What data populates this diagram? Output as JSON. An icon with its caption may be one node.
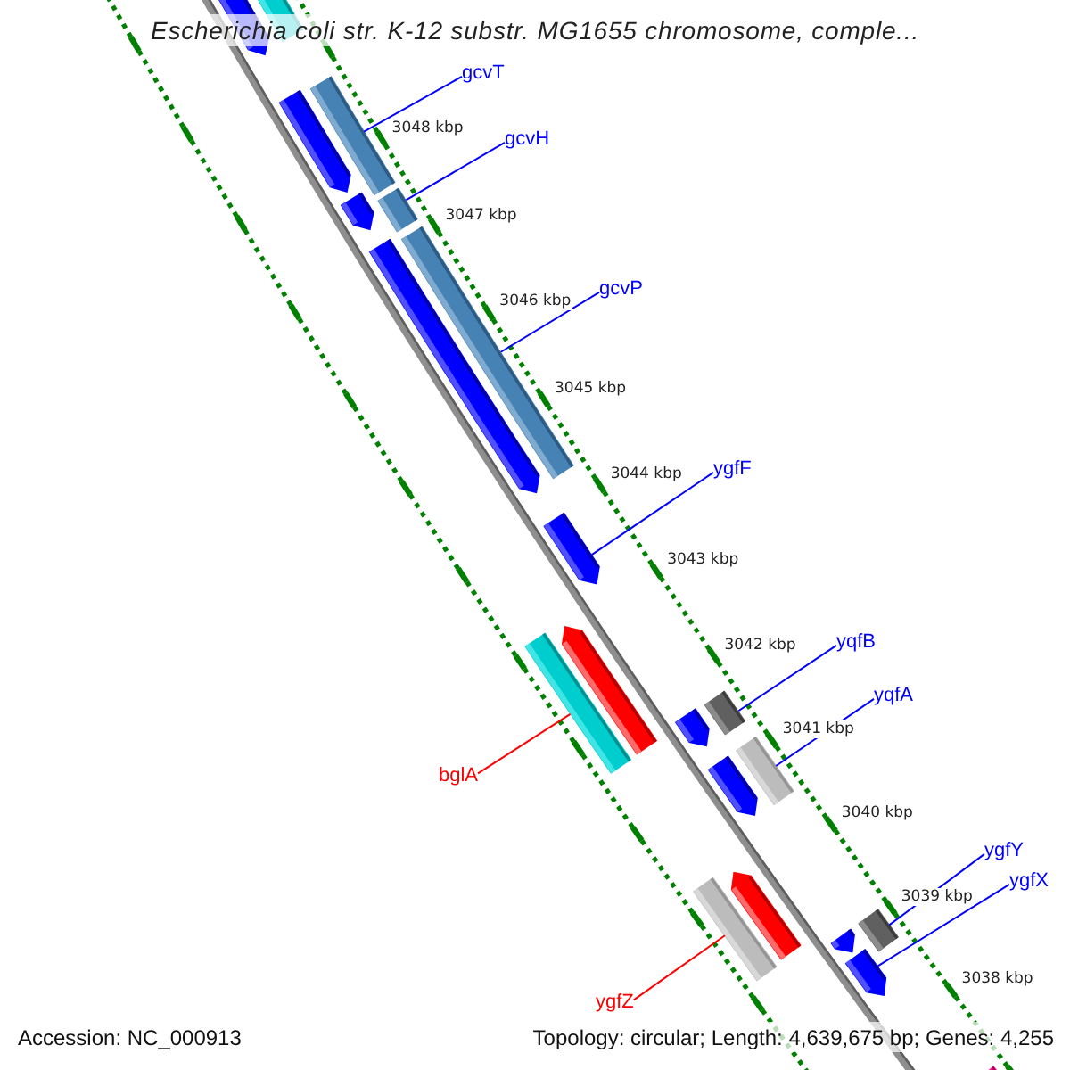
{
  "diagram": {
    "title": "Escherichia coli str. K-12 substr. MG1655 chromosome, comple...",
    "nodes": [
      {
        "text": [
          "gcvT"
        ]
      },
      {
        "text": [],
        "shape": "bar"
      },
      {
        "text": [
          "gcvH"
        ]
      },
      {
        "text": [],
        "shape": "bar"
      },
      {
        "text": [
          "gcvP"
        ]
      },
      {
        "text": [],
        "shape": "bar"
      },
      {
        "text": [
          "ygfF"
        ]
      },
      {
        "text": [],
        "shape": "bar"
      },
      {
        "text": [
          "yqfB"
        ]
      },
      {
        "text": [],
        "shape": "bar"
      },
      {
        "text": [
          "yqfA"
        ]
      },
      {
        "text": [],
        "shape": "bar"
      },
      {
        "text": [
          "bglA"
        ]
      },
      {
        "text": [],
        "shape": "bar"
      },
      {
        "text": [
          "ygfY"
        ]
      },
      {
        "text": [],
        "shape": "bar"
      },
      {
        "text": [
          "ygfX"
        ]
      },
      {
        "text": [],
        "shape": "bar"
      },
      {
        "text": [
          "ygfZ"
        ]
      },
      {
        "text": [],
        "shape": "bar"
      }
    ],
    "edges": [
      {
        "from": 0,
        "to": 1,
        "arrow": "none"
      },
      {
        "from": 2,
        "to": 3,
        "arrow": "none"
      },
      {
        "from": 4,
        "to": 5,
        "arrow": "none"
      },
      {
        "from": 6,
        "to": 7,
        "arrow": "none"
      },
      {
        "from": 8,
        "to": 9,
        "arrow": "none"
      },
      {
        "from": 10,
        "to": 11,
        "arrow": "none"
      },
      {
        "from": 12,
        "to": 13,
        "arrow": "none",
        "color": "#ff0000"
      },
      {
        "from": 14,
        "to": 15,
        "arrow": "none"
      },
      {
        "from": 16,
        "to": 17,
        "arrow": "none"
      },
      {
        "from": 18,
        "to": 19,
        "arrow": "none",
        "color": "#ff0000"
      }
    ],
    "labels": [
      "3048 kbp",
      "3047 kbp",
      "3046 kbp",
      "3045 kbp",
      "3044 kbp",
      "3043 kbp",
      "3042 kbp",
      "3041 kbp",
      "3040 kbp",
      "3039 kbp",
      "3038 kbp",
      "Accession: NC_000913",
      "Topology: circular; Length: 4,639,675 bp; Genes: 4,255"
    ]
  }
}
